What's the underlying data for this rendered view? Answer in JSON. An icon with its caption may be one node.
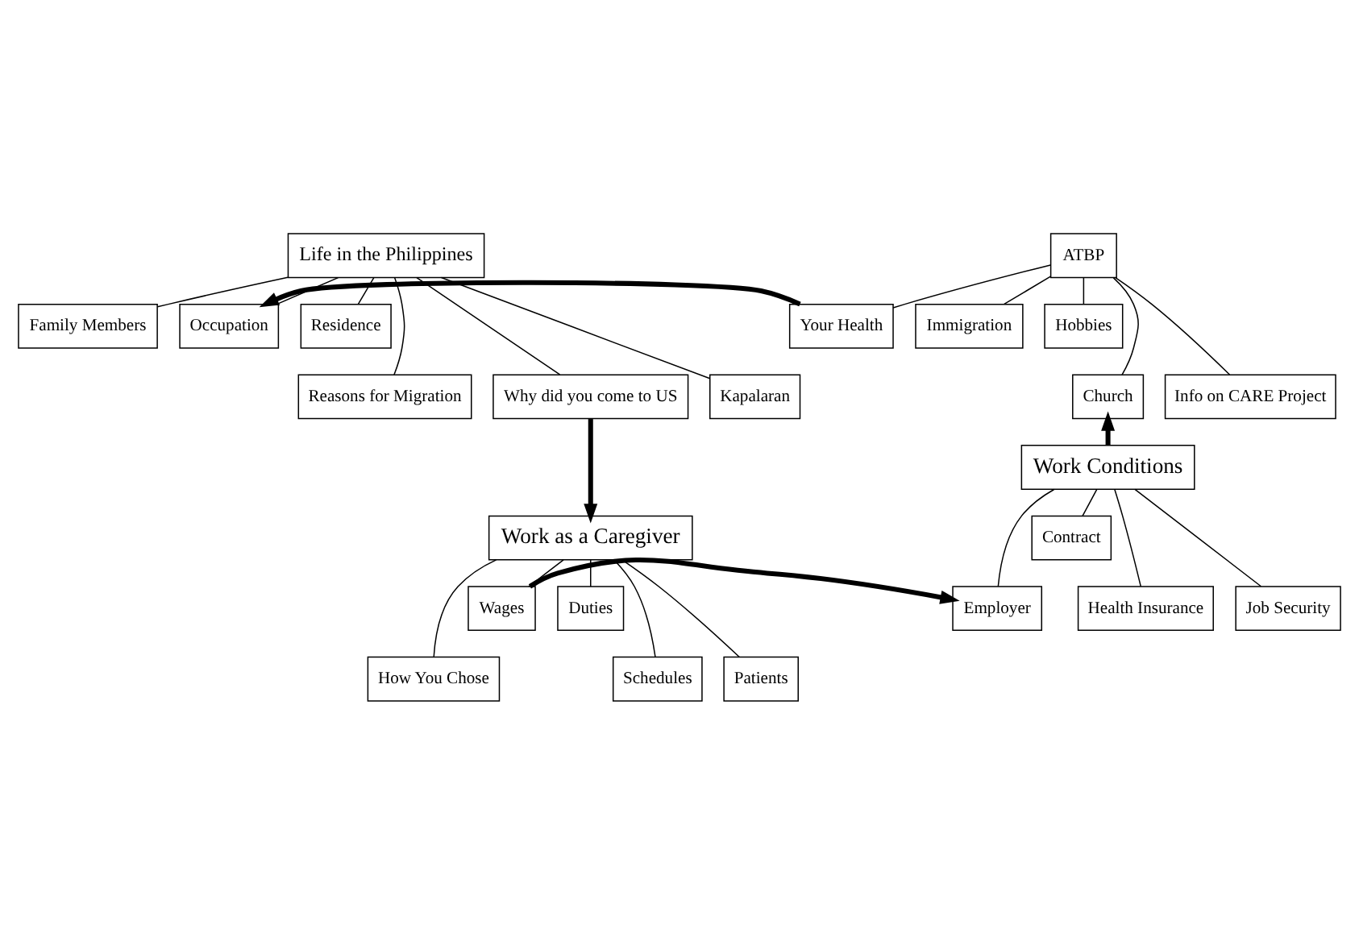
{
  "diagram": {
    "nodes": [
      {
        "text": [
          "Life in the Philippines"
        ]
      },
      {
        "text": [
          "Family Members"
        ]
      },
      {
        "text": [
          "Occupation"
        ]
      },
      {
        "text": [
          "Residence"
        ]
      },
      {
        "text": [
          "Reasons for Migration"
        ]
      },
      {
        "text": [
          "Why did you come to US"
        ]
      },
      {
        "text": [
          "Kapalaran"
        ]
      },
      {
        "text": [
          "ATBP"
        ]
      },
      {
        "text": [
          "Your Health"
        ]
      },
      {
        "text": [
          "Immigration"
        ]
      },
      {
        "text": [
          "Hobbies"
        ]
      },
      {
        "text": [
          "Church"
        ]
      },
      {
        "text": [
          "Info on CARE Project"
        ]
      },
      {
        "text": [
          "Work as a Caregiver"
        ]
      },
      {
        "text": [
          "How You Chose"
        ]
      },
      {
        "text": [
          "Wages"
        ]
      },
      {
        "text": [
          "Duties"
        ]
      },
      {
        "text": [
          "Schedules"
        ]
      },
      {
        "text": [
          "Patients"
        ]
      },
      {
        "text": [
          "Work Conditions"
        ]
      },
      {
        "text": [
          "Employer"
        ]
      },
      {
        "text": [
          "Contract"
        ]
      },
      {
        "text": [
          "Health Insurance"
        ]
      },
      {
        "text": [
          "Job Security"
        ]
      }
    ],
    "edges": [
      {
        "from": 0,
        "to": 1,
        "arrow": "none"
      },
      {
        "from": 0,
        "to": 2,
        "arrow": "none"
      },
      {
        "from": 0,
        "to": 3,
        "arrow": "none"
      },
      {
        "from": 0,
        "to": 4,
        "arrow": "none"
      },
      {
        "from": 0,
        "to": 5,
        "arrow": "none"
      },
      {
        "from": 0,
        "to": 6,
        "arrow": "none"
      },
      {
        "from": 7,
        "to": 8,
        "arrow": "none"
      },
      {
        "from": 7,
        "to": 9,
        "arrow": "none"
      },
      {
        "from": 7,
        "to": 10,
        "arrow": "none"
      },
      {
        "from": 7,
        "to": 11,
        "arrow": "none"
      },
      {
        "from": 7,
        "to": 12,
        "arrow": "none"
      },
      {
        "from": 13,
        "to": 14,
        "arrow": "none"
      },
      {
        "from": 13,
        "to": 15,
        "arrow": "none"
      },
      {
        "from": 13,
        "to": 16,
        "arrow": "none"
      },
      {
        "from": 13,
        "to": 17,
        "arrow": "none"
      },
      {
        "from": 13,
        "to": 18,
        "arrow": "none"
      },
      {
        "from": 19,
        "to": 20,
        "arrow": "none"
      },
      {
        "from": 19,
        "to": 21,
        "arrow": "none"
      },
      {
        "from": 19,
        "to": 22,
        "arrow": "none"
      },
      {
        "from": 19,
        "to": 23,
        "arrow": "none"
      },
      {
        "from": 5,
        "to": 13,
        "arrow": "to",
        "style": "thick"
      },
      {
        "from": 15,
        "to": 20,
        "arrow": "to",
        "style": "thick"
      },
      {
        "from": 19,
        "to": 11,
        "arrow": "to",
        "style": "thick"
      },
      {
        "from": 8,
        "to": 2,
        "arrow": "to",
        "style": "thick"
      }
    ]
  }
}
